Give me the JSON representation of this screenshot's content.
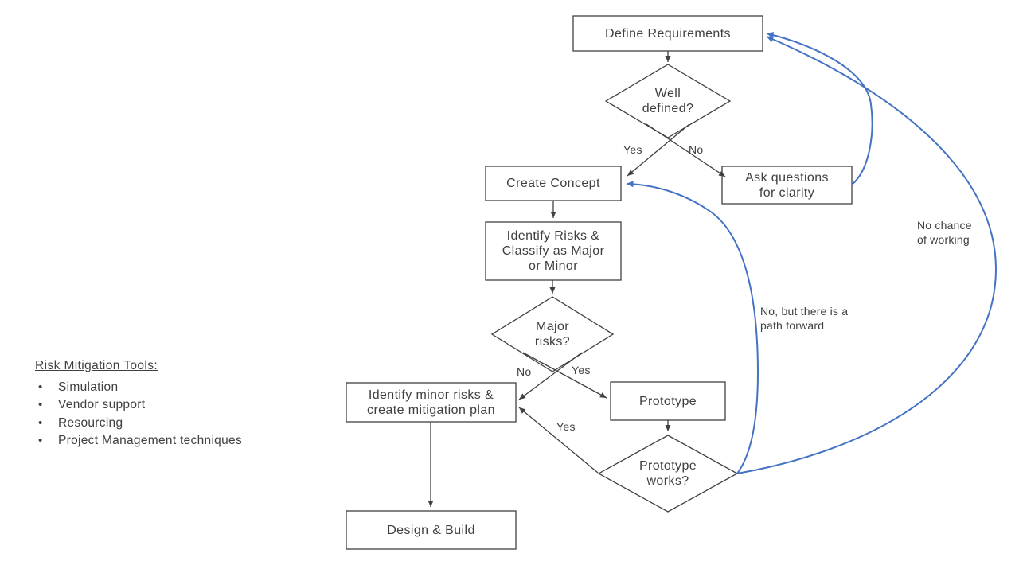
{
  "notes": {
    "heading": "Risk Mitigation Tools:",
    "items": [
      "Simulation",
      "Vendor support",
      "Resourcing",
      "Project Management techniques"
    ]
  },
  "flow": {
    "nodes": {
      "define_requirements": {
        "label": "Define Requirements",
        "type": "process"
      },
      "well_defined": {
        "label": "Well\ndefined?",
        "type": "decision"
      },
      "ask_questions": {
        "label": "Ask questions\nfor clarity",
        "type": "process"
      },
      "create_concept": {
        "label": "Create Concept",
        "type": "process"
      },
      "identify_risks": {
        "label": "Identify Risks &\nClassify as Major\nor Minor",
        "type": "process"
      },
      "major_risks": {
        "label": "Major\nrisks?",
        "type": "decision"
      },
      "identify_minor_risks": {
        "label": "Identify minor risks &\ncreate mitigation plan",
        "type": "process"
      },
      "prototype": {
        "label": "Prototype",
        "type": "process"
      },
      "prototype_works": {
        "label": "Prototype\nworks?",
        "type": "decision"
      },
      "design_build": {
        "label": "Design & Build",
        "type": "process"
      }
    },
    "edge_labels": {
      "well_defined_yes": "Yes",
      "well_defined_no": "No",
      "major_risks_no": "No",
      "major_risks_yes": "Yes",
      "prototype_works_yes": "Yes",
      "no_path_forward": "No, but there is a\npath forward",
      "no_chance": "No chance\nof working"
    },
    "colors": {
      "line": "#404040",
      "loop_line": "#4472C4",
      "text": "#3F3F3F",
      "background": "#FFFFFF"
    }
  }
}
